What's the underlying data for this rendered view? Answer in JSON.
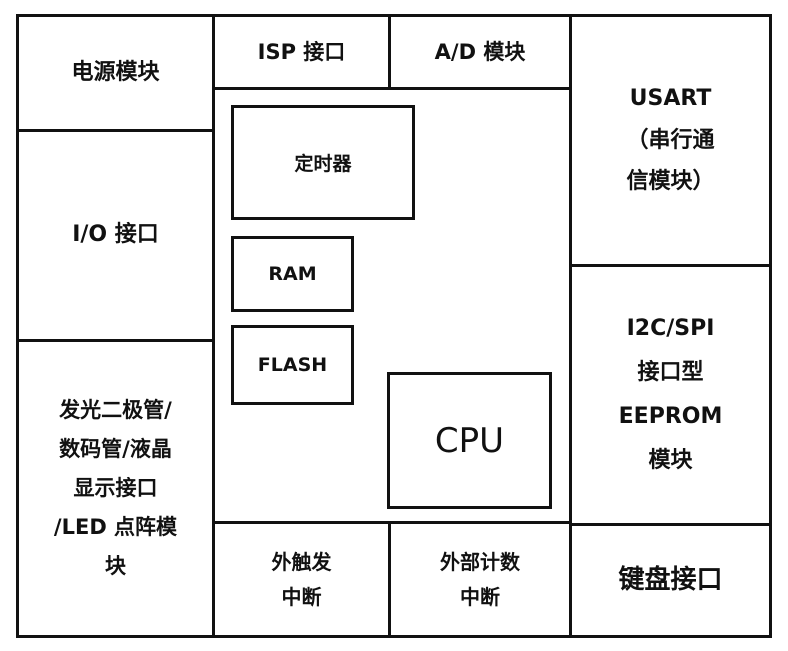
{
  "diagram": {
    "power_module": "电源模块",
    "isp_interface": "ISP 接口",
    "ad_module": "A/D 模块",
    "usart_module": "USART\n（串行通\n信模块）",
    "io_interface": "I/O 接口",
    "timer": "定时器",
    "ram": "RAM",
    "flash": "FLASH",
    "cpu": "CPU",
    "eeprom_module": "I2C/SPI\n接口型\nEEPROM\n模块",
    "display_interface": "发光二极管/\n数码管/液晶\n显示接口\n/LED 点阵模\n块",
    "external_trigger_interrupt": "外触发\n中断",
    "external_count_interrupt": "外部计数\n中断",
    "keyboard_interface": "键盘接口"
  }
}
